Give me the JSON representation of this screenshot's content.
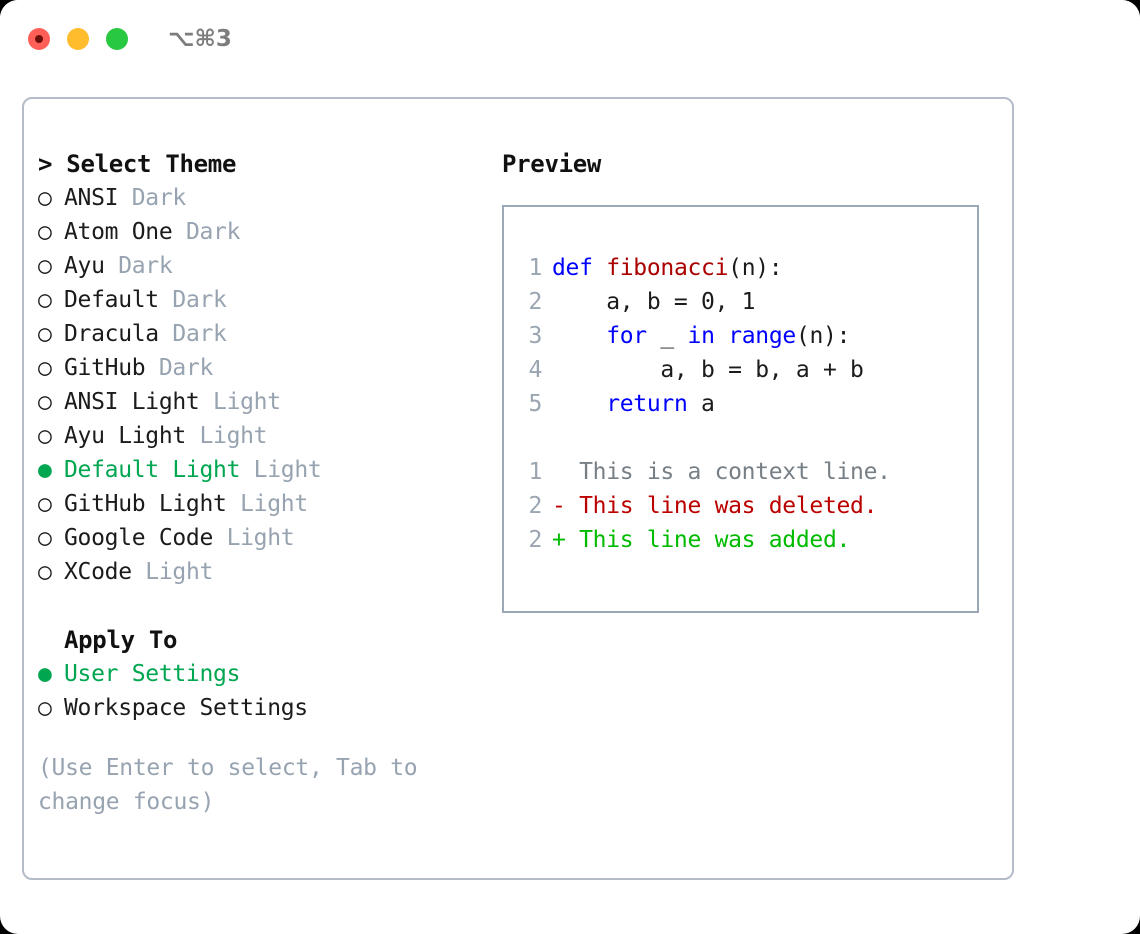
{
  "titlebar": {
    "shortcut": "⌥⌘3",
    "lights": [
      "close-light",
      "minimize-light",
      "maximize-light"
    ]
  },
  "theme_picker": {
    "header": "> Select Theme",
    "focused": true,
    "selected_index": 8,
    "items": [
      {
        "bullet": "○",
        "name": "ANSI",
        "suffix": " Dark",
        "selected": false
      },
      {
        "bullet": "○",
        "name": "Atom One",
        "suffix": " Dark",
        "selected": false
      },
      {
        "bullet": "○",
        "name": "Ayu",
        "suffix": " Dark",
        "selected": false
      },
      {
        "bullet": "○",
        "name": "Default",
        "suffix": " Dark",
        "selected": false
      },
      {
        "bullet": "○",
        "name": "Dracula",
        "suffix": " Dark",
        "selected": false
      },
      {
        "bullet": "○",
        "name": "GitHub",
        "suffix": " Dark",
        "selected": false
      },
      {
        "bullet": "○",
        "name": "ANSI Light",
        "suffix": " Light",
        "selected": false
      },
      {
        "bullet": "○",
        "name": "Ayu Light",
        "suffix": " Light",
        "selected": false
      },
      {
        "bullet": "●",
        "name": "Default Light",
        "suffix": " Light",
        "selected": true
      },
      {
        "bullet": "○",
        "name": "GitHub Light",
        "suffix": " Light",
        "selected": false
      },
      {
        "bullet": "○",
        "name": "Google Code",
        "suffix": " Light",
        "selected": false
      },
      {
        "bullet": "○",
        "name": "XCode",
        "suffix": " Light",
        "selected": false
      }
    ]
  },
  "apply_to": {
    "header": "Apply To",
    "focused": false,
    "selected_index": 0,
    "items": [
      {
        "bullet": "●",
        "name": "User Settings",
        "suffix": "",
        "selected": true
      },
      {
        "bullet": "○",
        "name": "Workspace Settings",
        "suffix": "",
        "selected": false
      }
    ]
  },
  "hint": "(Use Enter to select, Tab to change focus)",
  "preview": {
    "title": "Preview",
    "code_lines": [
      {
        "no": "1",
        "tokens": [
          {
            "t": "def ",
            "c": "kw"
          },
          {
            "t": "fibonacci",
            "c": "fn"
          },
          {
            "t": "(n):",
            "c": "plain"
          }
        ]
      },
      {
        "no": "2",
        "tokens": [
          {
            "t": "    a, b = 0, 1",
            "c": "plain"
          }
        ]
      },
      {
        "no": "3",
        "tokens": [
          {
            "t": "    ",
            "c": "plain"
          },
          {
            "t": "for",
            "c": "kw"
          },
          {
            "t": " _ ",
            "c": "plain"
          },
          {
            "t": "in",
            "c": "kw"
          },
          {
            "t": " ",
            "c": "plain"
          },
          {
            "t": "range",
            "c": "kw"
          },
          {
            "t": "(n):",
            "c": "plain"
          }
        ]
      },
      {
        "no": "4",
        "tokens": [
          {
            "t": "        a, b = b, a + b",
            "c": "plain"
          }
        ]
      },
      {
        "no": "5",
        "tokens": [
          {
            "t": "    ",
            "c": "plain"
          },
          {
            "t": "return",
            "c": "kw"
          },
          {
            "t": " a",
            "c": "plain"
          }
        ]
      }
    ],
    "diff_lines": [
      {
        "no": "1",
        "text": "  This is a context line.",
        "kind": "d-ctx"
      },
      {
        "no": "2",
        "text": "- This line was deleted.",
        "kind": "d-del"
      },
      {
        "no": "2",
        "text": "+ This line was added.",
        "kind": "d-add"
      }
    ]
  },
  "colors": {
    "accent_green": "#00a650",
    "muted_gray": "#97a3b0",
    "border": "#b3bcc8",
    "preview_border": "#9aa7b5",
    "keyword_blue": "#0000ff",
    "function_red": "#aa0000",
    "diff_added": "#00bb00",
    "diff_deleted": "#bb0000",
    "lineno": "#9aa5b1",
    "light_close": "#ff5f57",
    "light_min": "#ffbd2e",
    "light_max": "#28c840"
  }
}
